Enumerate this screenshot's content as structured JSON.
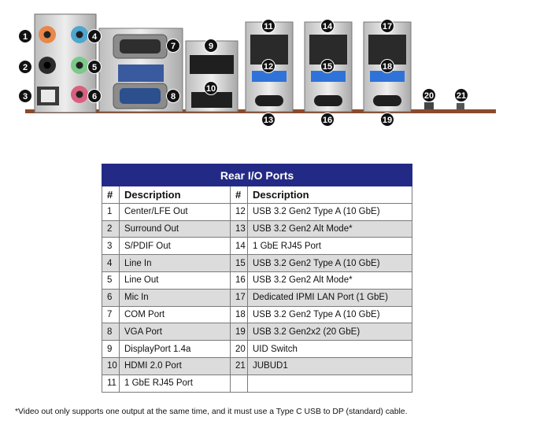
{
  "badges": [
    "1",
    "2",
    "3",
    "4",
    "5",
    "6",
    "7",
    "8",
    "9",
    "10",
    "11",
    "12",
    "13",
    "14",
    "15",
    "16",
    "17",
    "18",
    "19",
    "20",
    "21"
  ],
  "table": {
    "title": "Rear I/O Ports",
    "col_num": "#",
    "col_desc": "Description",
    "rows": [
      {
        "n1": "1",
        "d1": "Center/LFE Out",
        "n2": "12",
        "d2": "USB 3.2 Gen2 Type A (10 GbE)"
      },
      {
        "n1": "2",
        "d1": "Surround Out",
        "n2": "13",
        "d2": "USB 3.2 Gen2 Alt Mode*"
      },
      {
        "n1": "3",
        "d1": "S/PDIF Out",
        "n2": "14",
        "d2": "1 GbE RJ45 Port"
      },
      {
        "n1": "4",
        "d1": "Line In",
        "n2": "15",
        "d2": "USB 3.2 Gen2 Type A (10 GbE)"
      },
      {
        "n1": "5",
        "d1": "Line Out",
        "n2": "16",
        "d2": "USB 3.2 Gen2 Alt Mode*"
      },
      {
        "n1": "6",
        "d1": "Mic In",
        "n2": "17",
        "d2": "Dedicated IPMI LAN Port (1 GbE)"
      },
      {
        "n1": "7",
        "d1": "COM Port",
        "n2": "18",
        "d2": "USB 3.2 Gen2 Type A (10 GbE)"
      },
      {
        "n1": "8",
        "d1": "VGA Port",
        "n2": "19",
        "d2": "USB 3.2 Gen2x2 (20 GbE)"
      },
      {
        "n1": "9",
        "d1": "DisplayPort 1.4a",
        "n2": "20",
        "d2": "UID Switch"
      },
      {
        "n1": "10",
        "d1": "HDMI 2.0 Port",
        "n2": "21",
        "d2": "JUBUD1"
      },
      {
        "n1": "11",
        "d1": "1 GbE RJ45 Port",
        "n2": "",
        "d2": ""
      }
    ]
  },
  "footnote": "*Video out only supports one output at the same time, and it must use a Type C USB to DP (standard) cable.",
  "colors": {
    "header": "#232a86",
    "row_alt": "#dcdcdc",
    "audio_orange": "#e8874a",
    "audio_blue": "#4fa6cf",
    "audio_green": "#7cc98a",
    "audio_pink": "#d9607e",
    "usb_blue": "#2f73d8",
    "board": "#8a4a2c"
  }
}
